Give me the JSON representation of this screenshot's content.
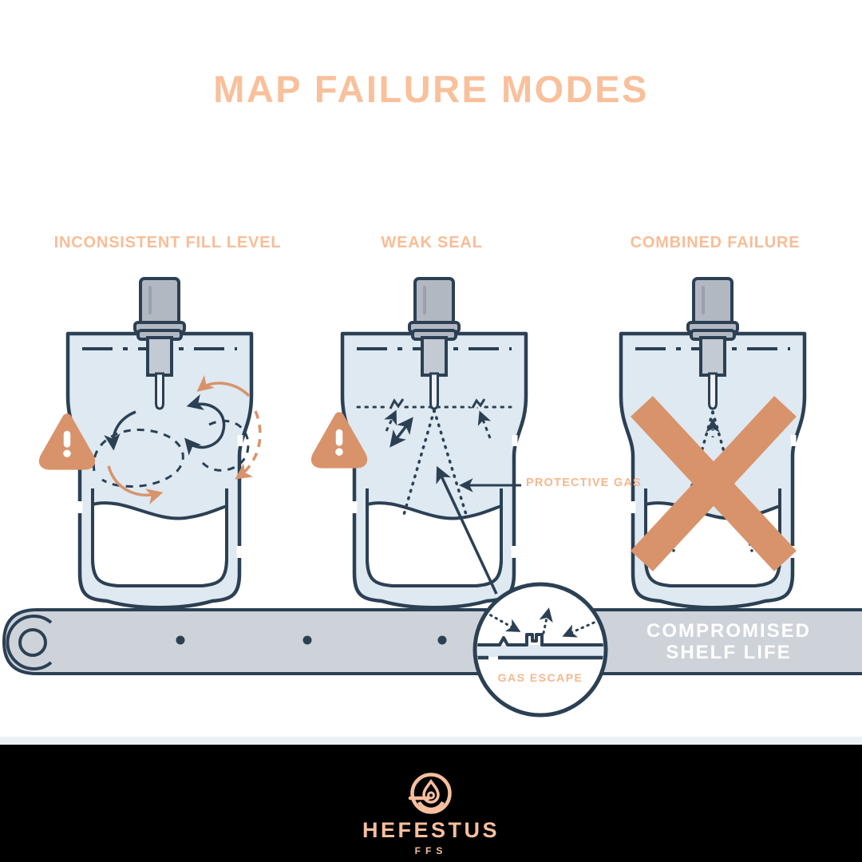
{
  "title": "MAP FAILURE MODES",
  "panels": [
    {
      "label": "INCONSISTENT FILL LEVEL"
    },
    {
      "label": "WEAK SEAL"
    },
    {
      "label": "COMBINED FAILURE"
    }
  ],
  "callouts": {
    "protective_gas": "PROTECTIVE GAS",
    "gas_escape": "GAS ESCAPE",
    "belt_caption_line1": "COMPROMISED",
    "belt_caption_line2": "SHELF LIFE"
  },
  "footer": {
    "brand": "HEFESTUS",
    "tagline": "FFS"
  },
  "colors": {
    "accent_peach": "#F8C09B",
    "alert_orange": "#D8936B",
    "outline_navy": "#2C4054",
    "pouch_blue": "#DEE9F1",
    "belt_gray": "#CED3DA",
    "nozzle_gray": "#B2B8C2",
    "caption_white": "#FFFFFF",
    "footer_black": "#000000"
  }
}
